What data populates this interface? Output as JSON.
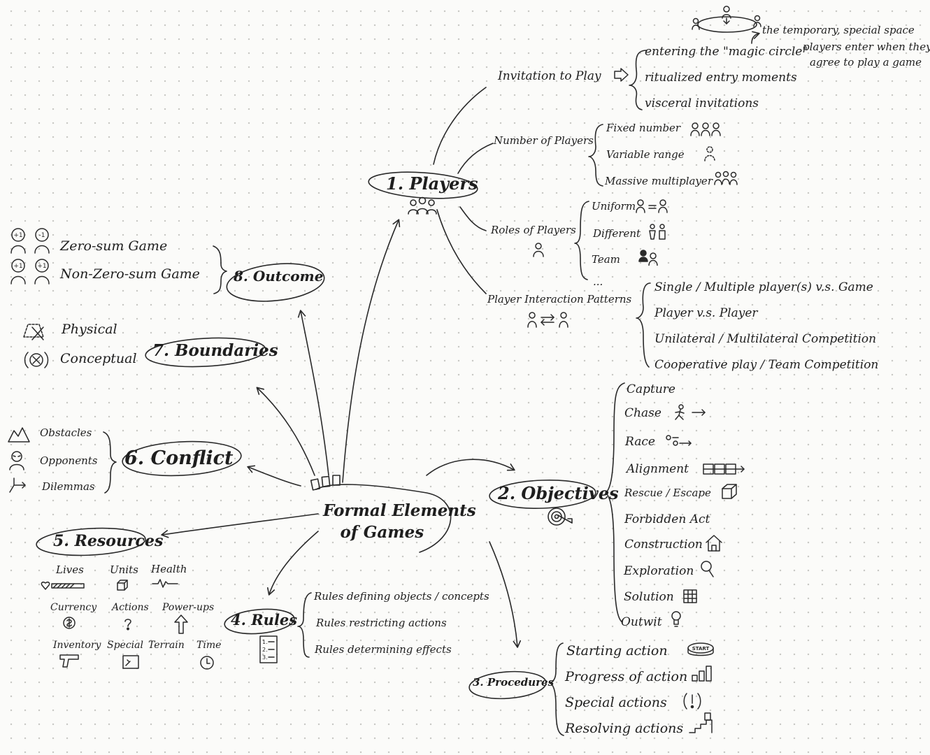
{
  "center": {
    "line1": "Formal Elements",
    "line2": "of Games"
  },
  "players": {
    "hub": "1. Players",
    "invitation": {
      "label": "Invitation to Play",
      "items": [
        "entering the \"magic circle\"",
        "ritualized entry moments",
        "visceral invitations"
      ],
      "note": [
        "the temporary, special space",
        "players enter when they",
        "agree to play a game"
      ]
    },
    "number": {
      "label": "Number of Players",
      "items": [
        "Fixed number",
        "Variable range",
        "Massive multiplayer"
      ]
    },
    "roles": {
      "label": "Roles of Players",
      "items": [
        "Uniform",
        "Different",
        "Team",
        "..."
      ]
    },
    "interaction": {
      "label": "Player Interaction Patterns",
      "items": [
        "Single / Multiple player(s) v.s. Game",
        "Player v.s. Player",
        "Unilateral / Multilateral Competition",
        "Cooperative play / Team Competition"
      ]
    }
  },
  "objectives": {
    "hub": "2. Objectives",
    "items": [
      "Capture",
      "Chase",
      "Race",
      "Alignment",
      "Rescue / Escape",
      "Forbidden Act",
      "Construction",
      "Exploration",
      "Solution",
      "Outwit"
    ]
  },
  "procedures": {
    "hub": "3. Procedures",
    "items": [
      "Starting action",
      "Progress of action",
      "Special actions",
      "Resolving actions"
    ],
    "start_badge": "START"
  },
  "rules": {
    "hub": "4. Rules",
    "items": [
      "Rules defining objects / concepts",
      "Rules restricting actions",
      "Rules determining effects"
    ],
    "list_icon": [
      "1.",
      "2.",
      "3."
    ]
  },
  "resources": {
    "hub": "5. Resources",
    "items": [
      "Lives",
      "Units",
      "Health",
      "Currency",
      "Actions",
      "Power-ups",
      "Inventory",
      "Special",
      "Terrain",
      "Time"
    ]
  },
  "conflict": {
    "hub": "6. Conflict",
    "items": [
      "Obstacles",
      "Opponents",
      "Dilemmas"
    ]
  },
  "boundaries": {
    "hub": "7. Boundaries",
    "items": [
      "Physical",
      "Conceptual"
    ]
  },
  "outcome": {
    "hub": "8. Outcome",
    "items": [
      "Zero-sum Game",
      "Non-Zero-sum Game"
    ],
    "badges": [
      "+1",
      "-1",
      "+1",
      "+1"
    ]
  }
}
